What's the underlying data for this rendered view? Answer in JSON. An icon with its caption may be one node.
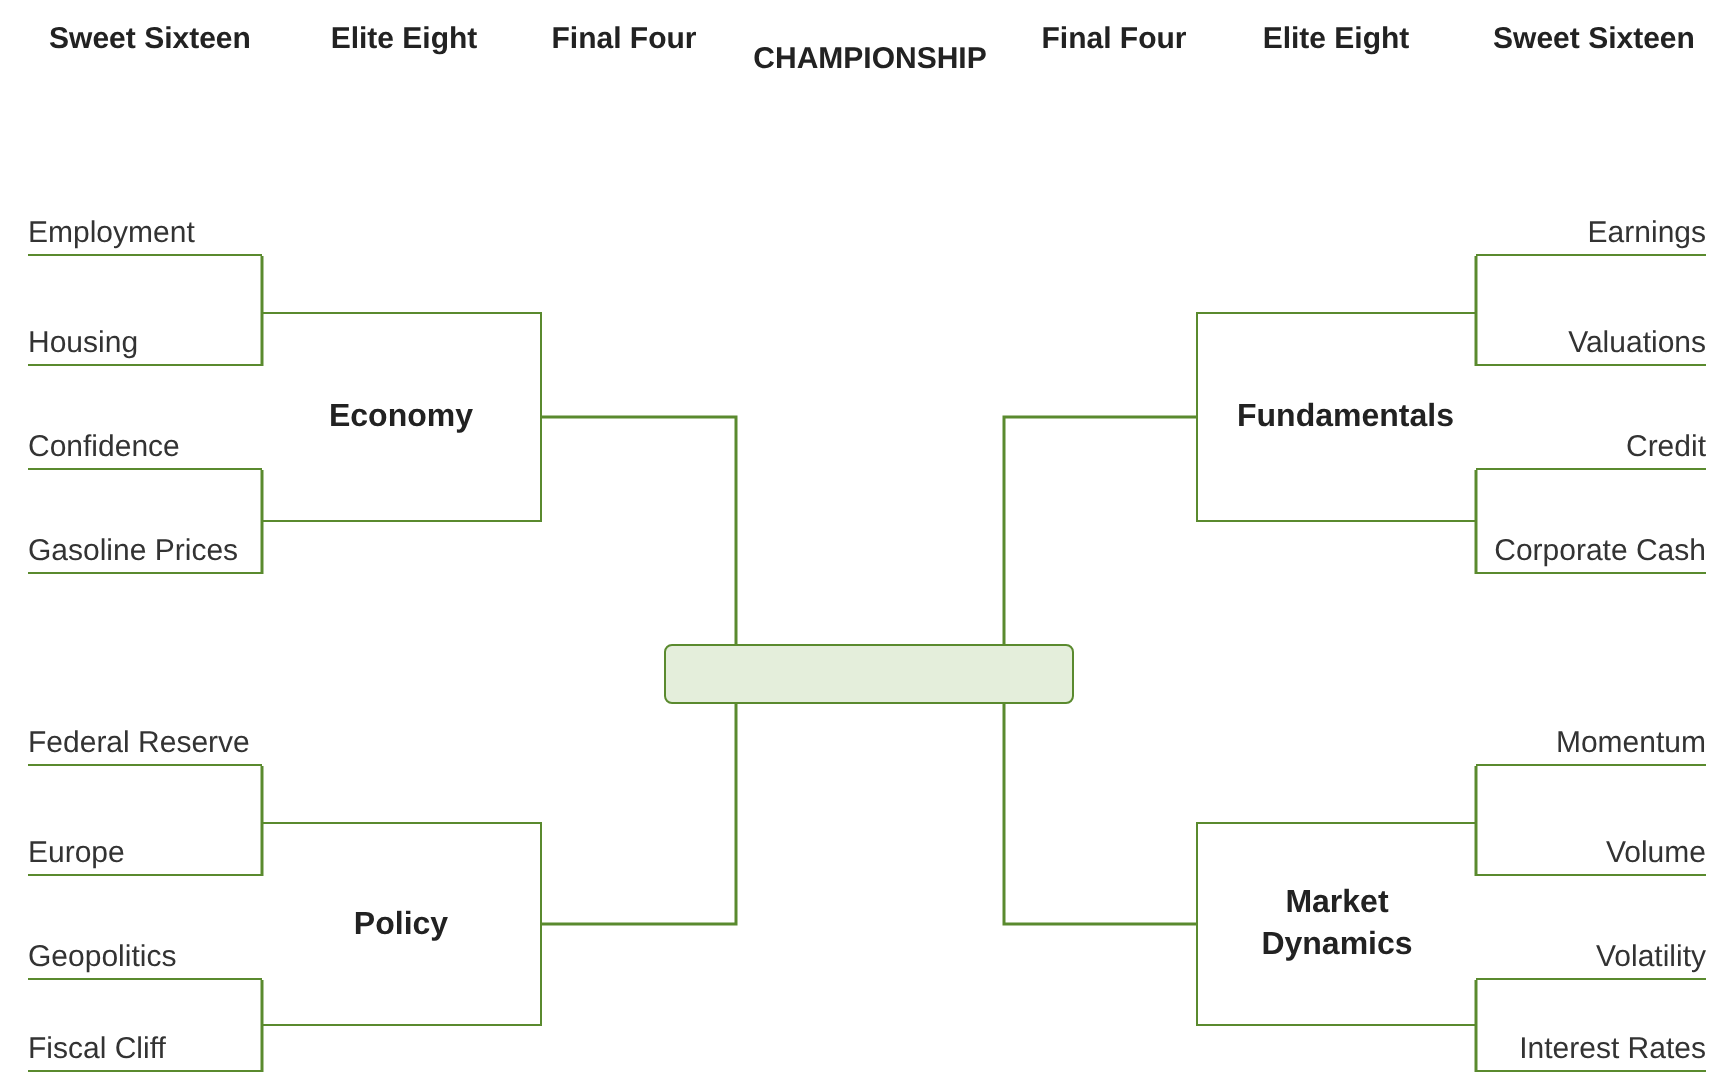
{
  "diagram": {
    "nodes": [
      {
        "text": [
          "Employment"
        ]
      },
      {
        "text": [
          "Housing"
        ]
      },
      {
        "text": [
          "Confidence"
        ]
      },
      {
        "text": [
          "Gasoline Prices"
        ]
      },
      {
        "text": [
          "Economy"
        ]
      },
      {
        "text": [
          "Federal Reserve"
        ]
      },
      {
        "text": [
          "Europe"
        ]
      },
      {
        "text": [
          "Geopolitics"
        ]
      },
      {
        "text": [
          "Fiscal Cliff"
        ]
      },
      {
        "text": [
          "Policy"
        ]
      },
      {
        "text": [
          "Earnings"
        ]
      },
      {
        "text": [
          "Valuations"
        ]
      },
      {
        "text": [
          "Credit"
        ]
      },
      {
        "text": [
          "Corporate Cash"
        ]
      },
      {
        "text": [
          "Fundamentals"
        ]
      },
      {
        "text": [
          "Momentum"
        ]
      },
      {
        "text": [
          "Volume"
        ]
      },
      {
        "text": [
          "Volatility"
        ]
      },
      {
        "text": [
          "Interest Rates"
        ]
      },
      {
        "text": [
          "Market Dynamics"
        ]
      },
      {
        "text": [],
        "shape": "box"
      }
    ],
    "edges": [
      {
        "from": 0,
        "to": 4,
        "arrow": "none"
      },
      {
        "from": 1,
        "to": 4,
        "arrow": "none"
      },
      {
        "from": 2,
        "to": 4,
        "arrow": "none"
      },
      {
        "from": 3,
        "to": 4,
        "arrow": "none"
      },
      {
        "from": 4,
        "to": 20,
        "arrow": "none"
      },
      {
        "from": 5,
        "to": 9,
        "arrow": "none"
      },
      {
        "from": 6,
        "to": 9,
        "arrow": "none"
      },
      {
        "from": 7,
        "to": 9,
        "arrow": "none"
      },
      {
        "from": 8,
        "to": 9,
        "arrow": "none"
      },
      {
        "from": 9,
        "to": 20,
        "arrow": "none"
      },
      {
        "from": 10,
        "to": 14,
        "arrow": "none"
      },
      {
        "from": 11,
        "to": 14,
        "arrow": "none"
      },
      {
        "from": 12,
        "to": 14,
        "arrow": "none"
      },
      {
        "from": 13,
        "to": 14,
        "arrow": "none"
      },
      {
        "from": 14,
        "to": 20,
        "arrow": "none"
      },
      {
        "from": 15,
        "to": 19,
        "arrow": "none"
      },
      {
        "from": 16,
        "to": 19,
        "arrow": "none"
      },
      {
        "from": 17,
        "to": 19,
        "arrow": "none"
      },
      {
        "from": 18,
        "to": 19,
        "arrow": "none"
      },
      {
        "from": 19,
        "to": 20,
        "arrow": "none"
      }
    ],
    "labels": [
      "Sweet Sixteen",
      "Elite Eight",
      "Final Four",
      "CHAMPIONSHIP",
      "Final Four",
      "Elite Eight",
      "Sweet Sixteen"
    ]
  }
}
